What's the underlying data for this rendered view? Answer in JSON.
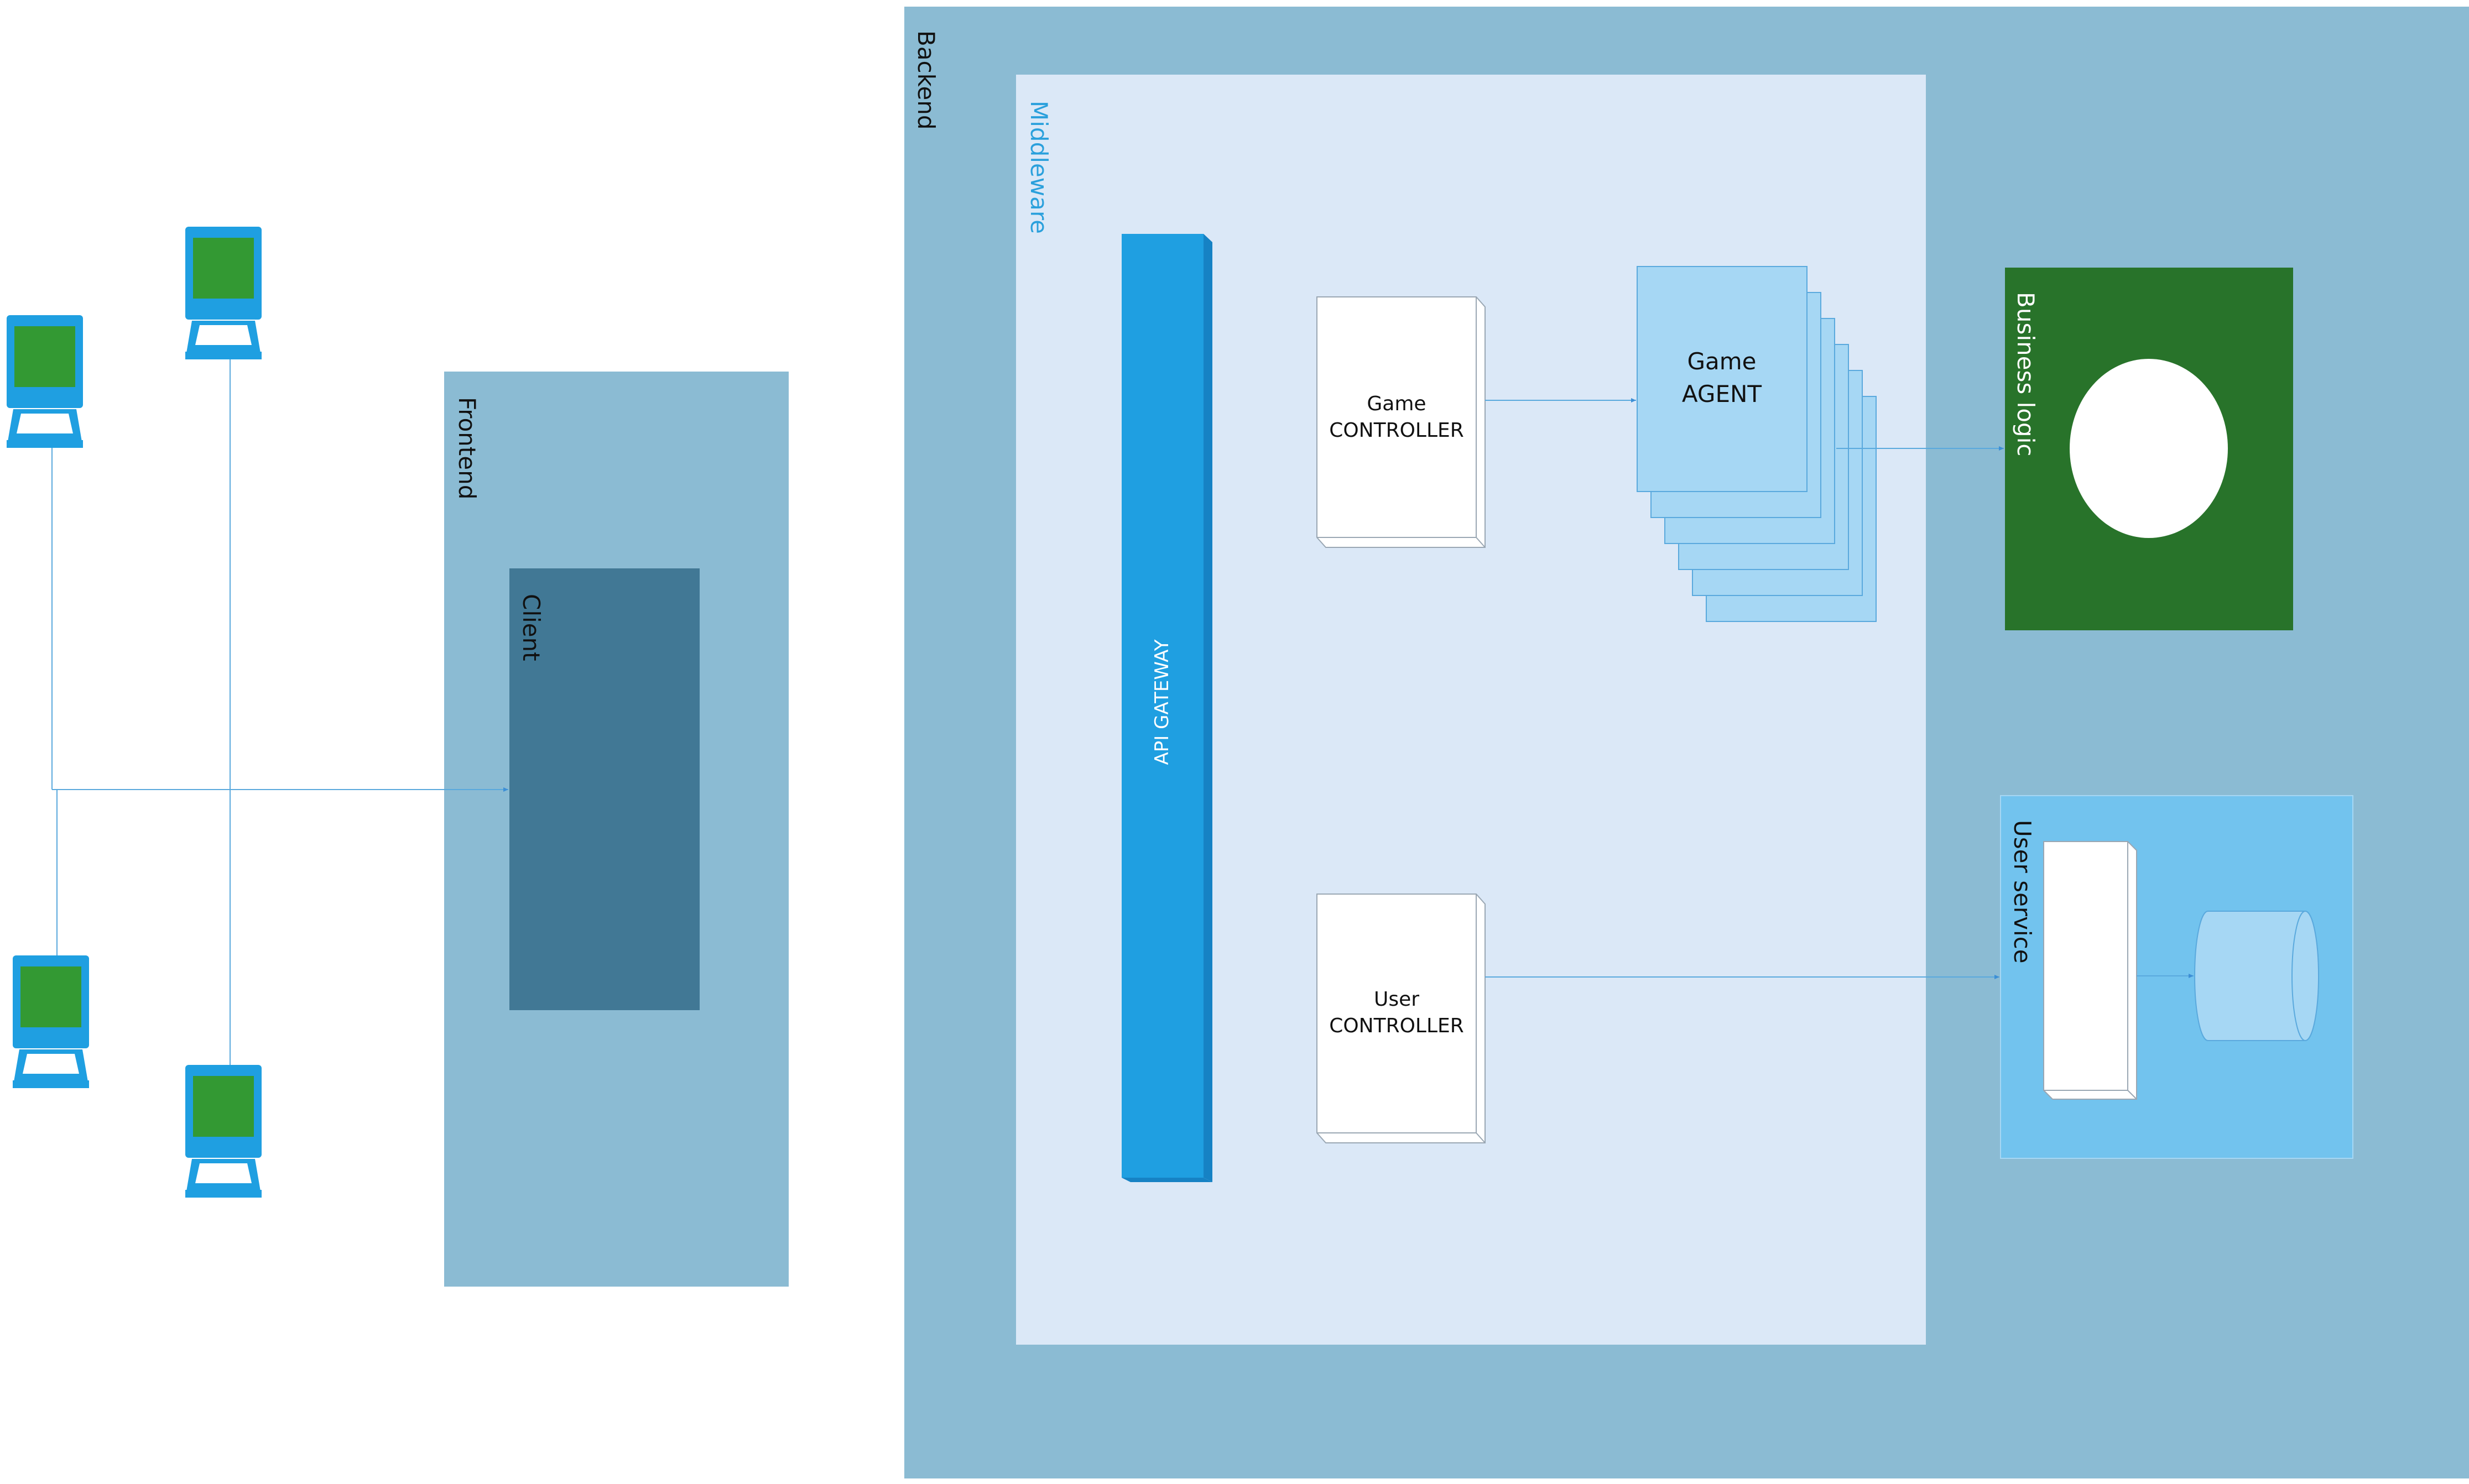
{
  "containers": {
    "backend": {
      "label": "Backend"
    },
    "middleware": {
      "label": "Middleware"
    },
    "frontend": {
      "label": "Frontend"
    },
    "client": {
      "label": "Client"
    },
    "business_logic": {
      "label": "Business logic"
    },
    "user_service": {
      "label": "User service"
    }
  },
  "nodes": {
    "api_gateway": {
      "label": "API GATEWAY"
    },
    "game_controller": {
      "line1": "Game",
      "line2": "CONTROLLER"
    },
    "user_controller": {
      "line1": "User",
      "line2": "CONTROLLER"
    },
    "game_agent": {
      "line1": "Game",
      "line2": "AGENT"
    }
  },
  "computers": {
    "count": 4
  },
  "colors": {
    "backend_bg": "#8bbbd3",
    "frontend_bg": "#8bbbd3",
    "client_bg": "#417895",
    "middleware_bg": "#dbe8f7",
    "api_gateway": "#1f9fe1",
    "agent_fill": "#a6d7f4",
    "business_logic": "#28732a",
    "user_service_bg": "#72c3ee",
    "computer_body": "#1f9fe1",
    "computer_screen": "#339933",
    "connector": "#5aa9dd",
    "middleware_text": "#2aa0dc"
  }
}
